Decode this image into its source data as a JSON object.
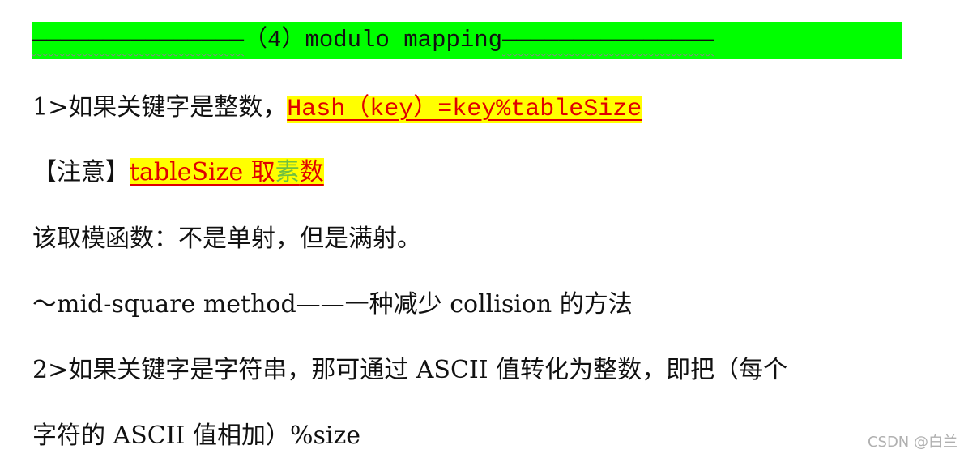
{
  "heading": {
    "dashes_left": "———————————————",
    "title": "（4）modulo mapping",
    "dashes_right": "———————————————"
  },
  "line1": {
    "prefix": "1>如果关键字是整数，",
    "formula": "Hash（key）=key%tableSize"
  },
  "line2": {
    "bracket": "【注意】",
    "part_a": "tableSize 取",
    "part_b": "素",
    "part_c": "数"
  },
  "line3": {
    "text": "该取模函数：不是单射，但是满射。"
  },
  "line4": {
    "text": "～mid-square method——一种减少 collision 的方法"
  },
  "line5": {
    "text": "2>如果关键字是字符串，那可通过 ASCII 值转化为整数，即把（每个"
  },
  "line6": {
    "text": "字符的 ASCII 值相加）%size"
  },
  "watermark": {
    "text": "CSDN @白兰"
  },
  "colors": {
    "heading_bg": "#00ff00",
    "highlight": "#ffff00",
    "link_red": "#e00000",
    "green_text": "#70c040"
  }
}
